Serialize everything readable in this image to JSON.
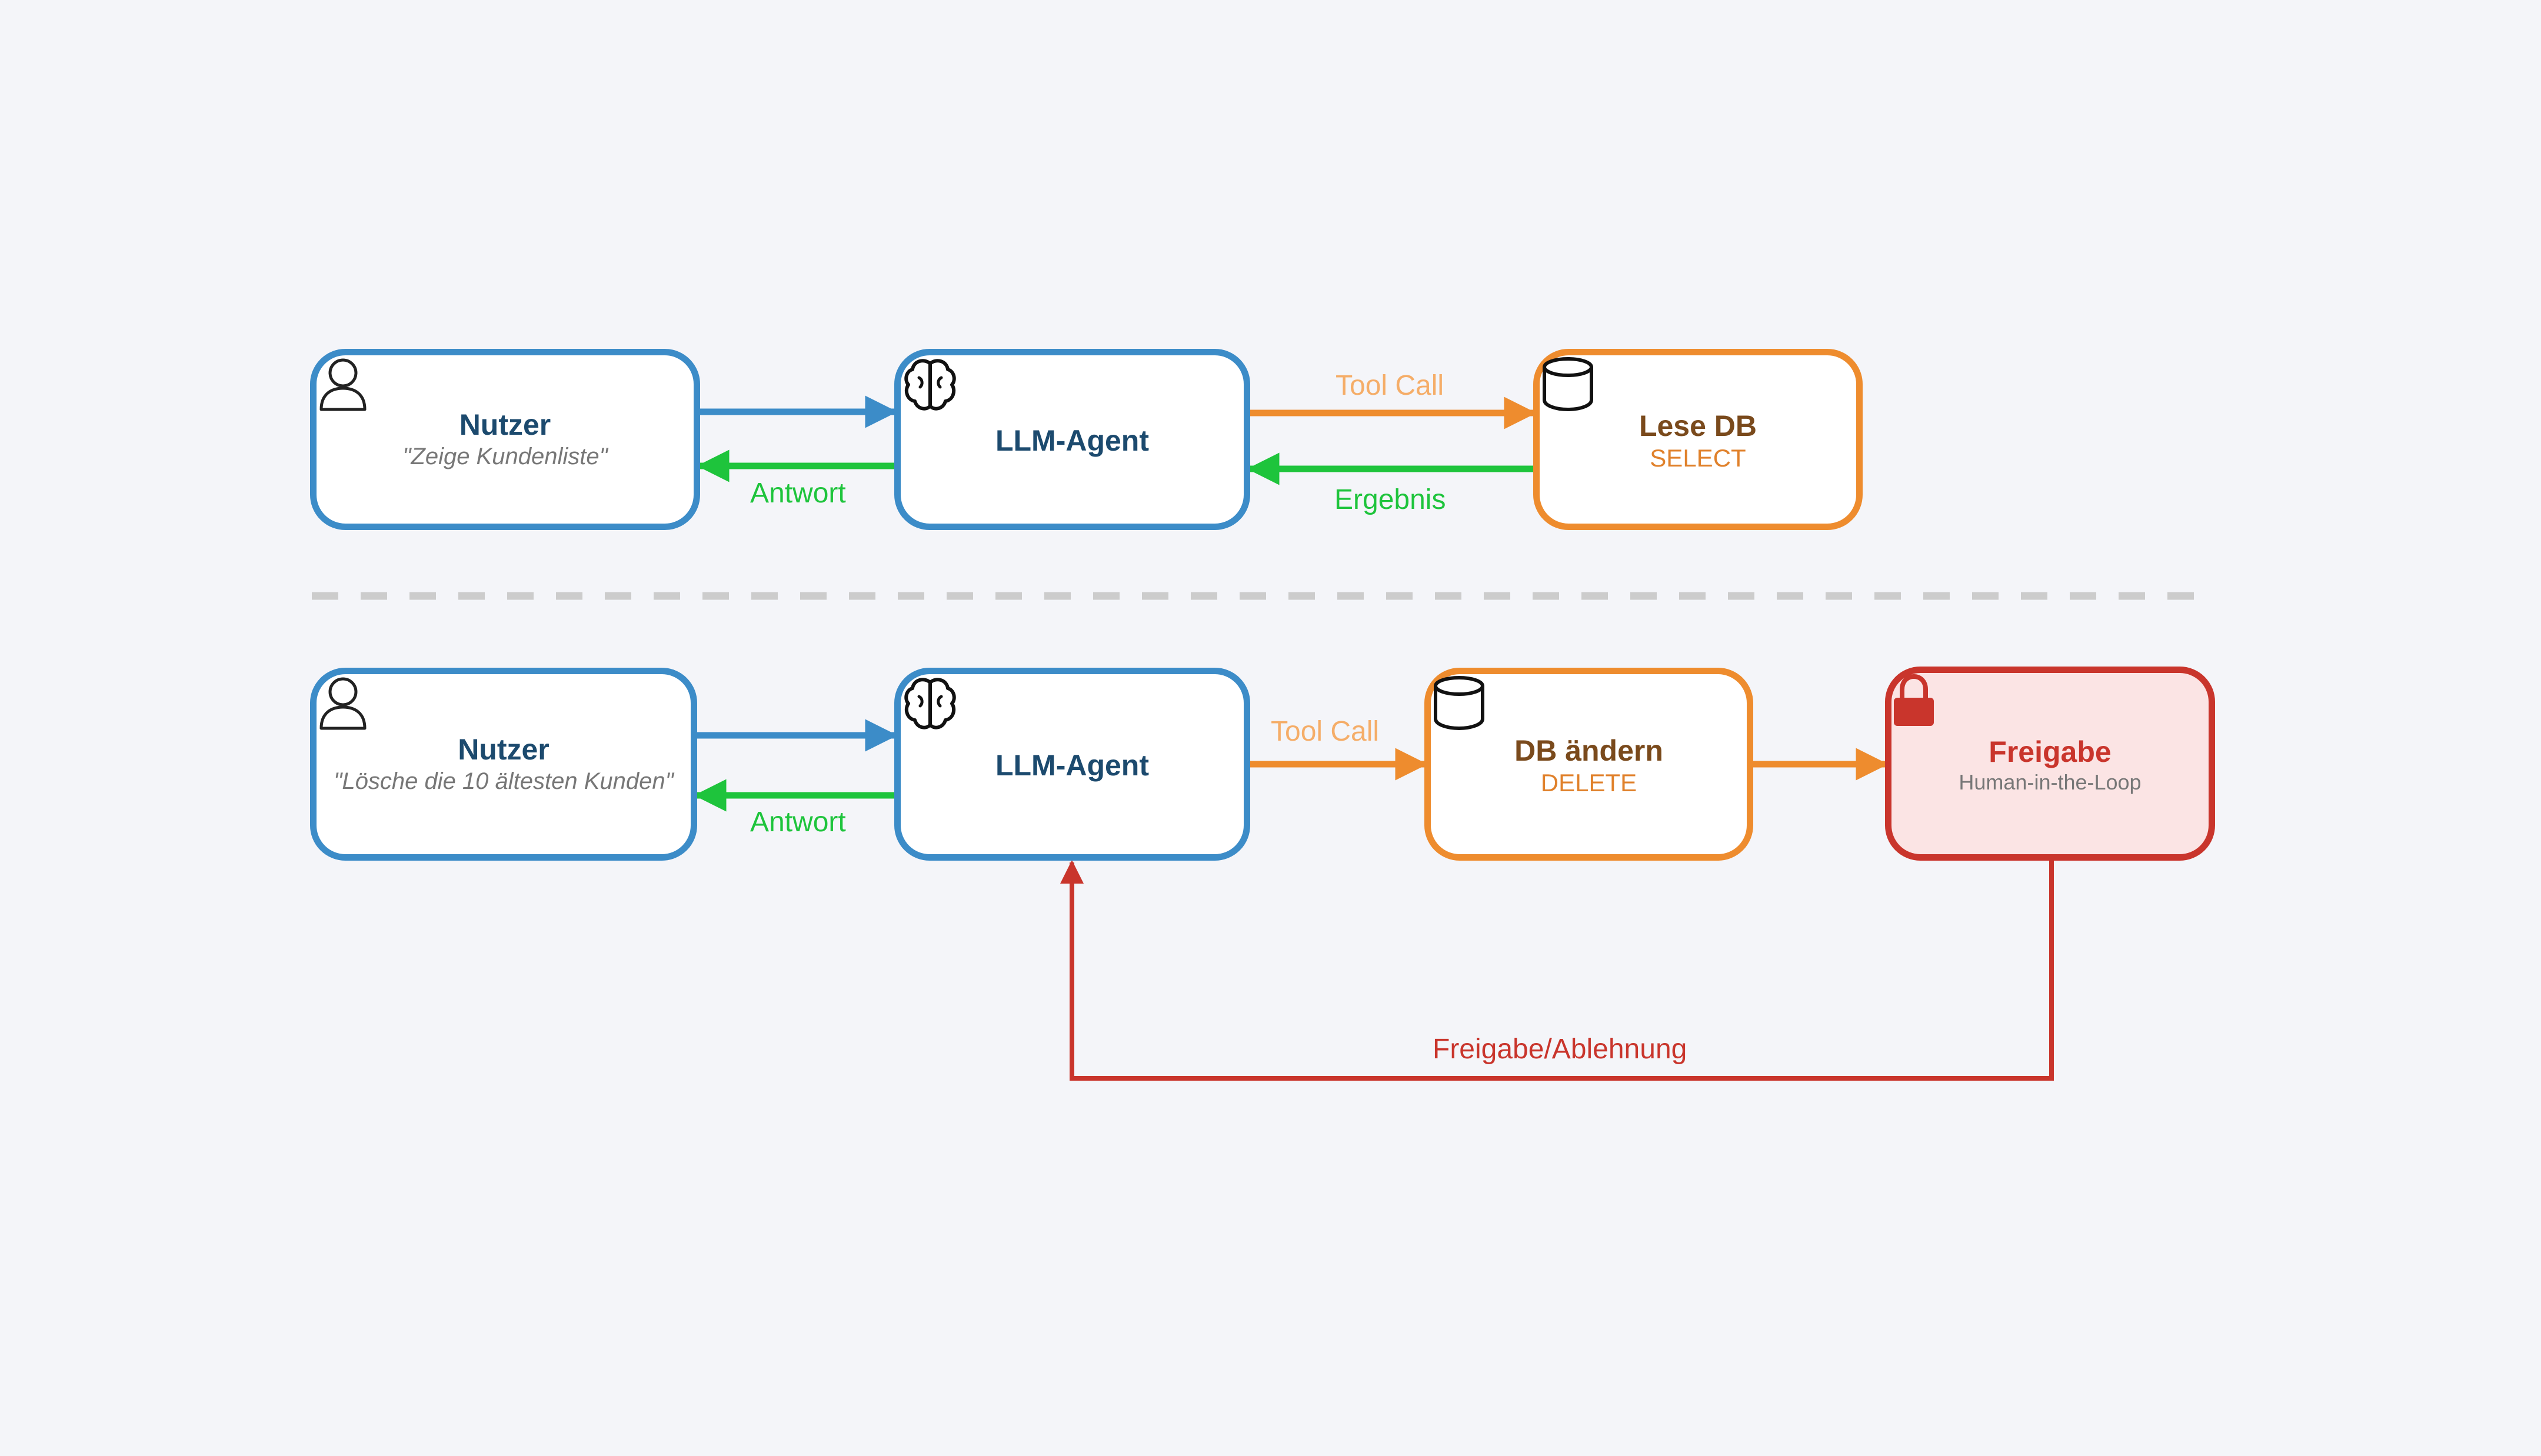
{
  "colors": {
    "background": "#f4f5f9",
    "user_blue": "#3c8cc8",
    "response_green": "#1ec43c",
    "tool_orange": "#ee8c2e",
    "approval_red": "#c9352c",
    "approval_fill": "#fbe4e4",
    "separator_gray": "#cccccc"
  },
  "top_flow": {
    "user": {
      "icon": "person-icon",
      "title": "Nutzer",
      "quote": "\"Zeige Kundenliste\""
    },
    "agent": {
      "icon": "brain-icon",
      "title": "LLM-Agent"
    },
    "db": {
      "icon": "database-icon",
      "title": "Lese DB",
      "operation": "SELECT"
    },
    "edges": {
      "response": "Antwort",
      "tool_call": "Tool Call",
      "result": "Ergebnis"
    }
  },
  "bottom_flow": {
    "user": {
      "icon": "person-icon",
      "title": "Nutzer",
      "quote": "\"Lösche die 10 ältesten Kunden\""
    },
    "agent": {
      "icon": "brain-icon",
      "title": "LLM-Agent"
    },
    "db": {
      "icon": "database-icon",
      "title": "DB ändern",
      "operation": "DELETE"
    },
    "approval": {
      "icon": "lock-icon",
      "title": "Freigabe",
      "subtitle": "Human-in-the-Loop"
    },
    "edges": {
      "response": "Antwort",
      "tool_call": "Tool Call",
      "decision": "Freigabe/Ablehnung"
    }
  }
}
